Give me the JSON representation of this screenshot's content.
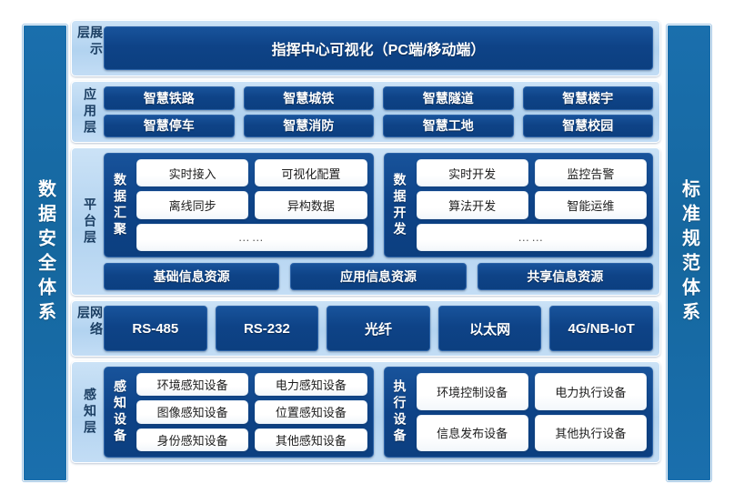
{
  "left_bar": {
    "label": "数据安全体系"
  },
  "right_bar": {
    "label": "标准规范体系"
  },
  "colors": {
    "side_bar": "#1668a5",
    "panel_bg": "#b2d3f0",
    "dark_box": "#0e4387",
    "white_box": "#ffffff",
    "label_text": "#1c3f63"
  },
  "layers": {
    "presentation": {
      "label": "展示层",
      "box": "指挥中心可视化（PC端/移动端）"
    },
    "application": {
      "label": "应用层",
      "items": [
        "智慧铁路",
        "智慧城铁",
        "智慧隧道",
        "智慧楼宇",
        "智慧停车",
        "智慧消防",
        "智慧工地",
        "智慧校园"
      ]
    },
    "platform": {
      "label": "平台层",
      "groups": [
        {
          "label": "数据汇聚",
          "items": [
            "实时接入",
            "可视化配置",
            "离线同步",
            "异构数据"
          ],
          "more": "……"
        },
        {
          "label": "数据开发",
          "items": [
            "实时开发",
            "监控告警",
            "算法开发",
            "智能运维"
          ],
          "more": "……"
        }
      ],
      "resources": [
        "基础信息资源",
        "应用信息资源",
        "共享信息资源"
      ]
    },
    "network": {
      "label": "网络层",
      "items": [
        "RS-485",
        "RS-232",
        "光纤",
        "以太网",
        "4G/NB-IoT"
      ]
    },
    "perception": {
      "label": "感知层",
      "groups": [
        {
          "label": "感知设备",
          "items": [
            "环境感知设备",
            "电力感知设备",
            "图像感知设备",
            "位置感知设备",
            "身份感知设备",
            "其他感知设备"
          ]
        },
        {
          "label": "执行设备",
          "items": [
            "环境控制设备",
            "电力执行设备",
            "信息发布设备",
            "其他执行设备"
          ]
        }
      ]
    }
  }
}
